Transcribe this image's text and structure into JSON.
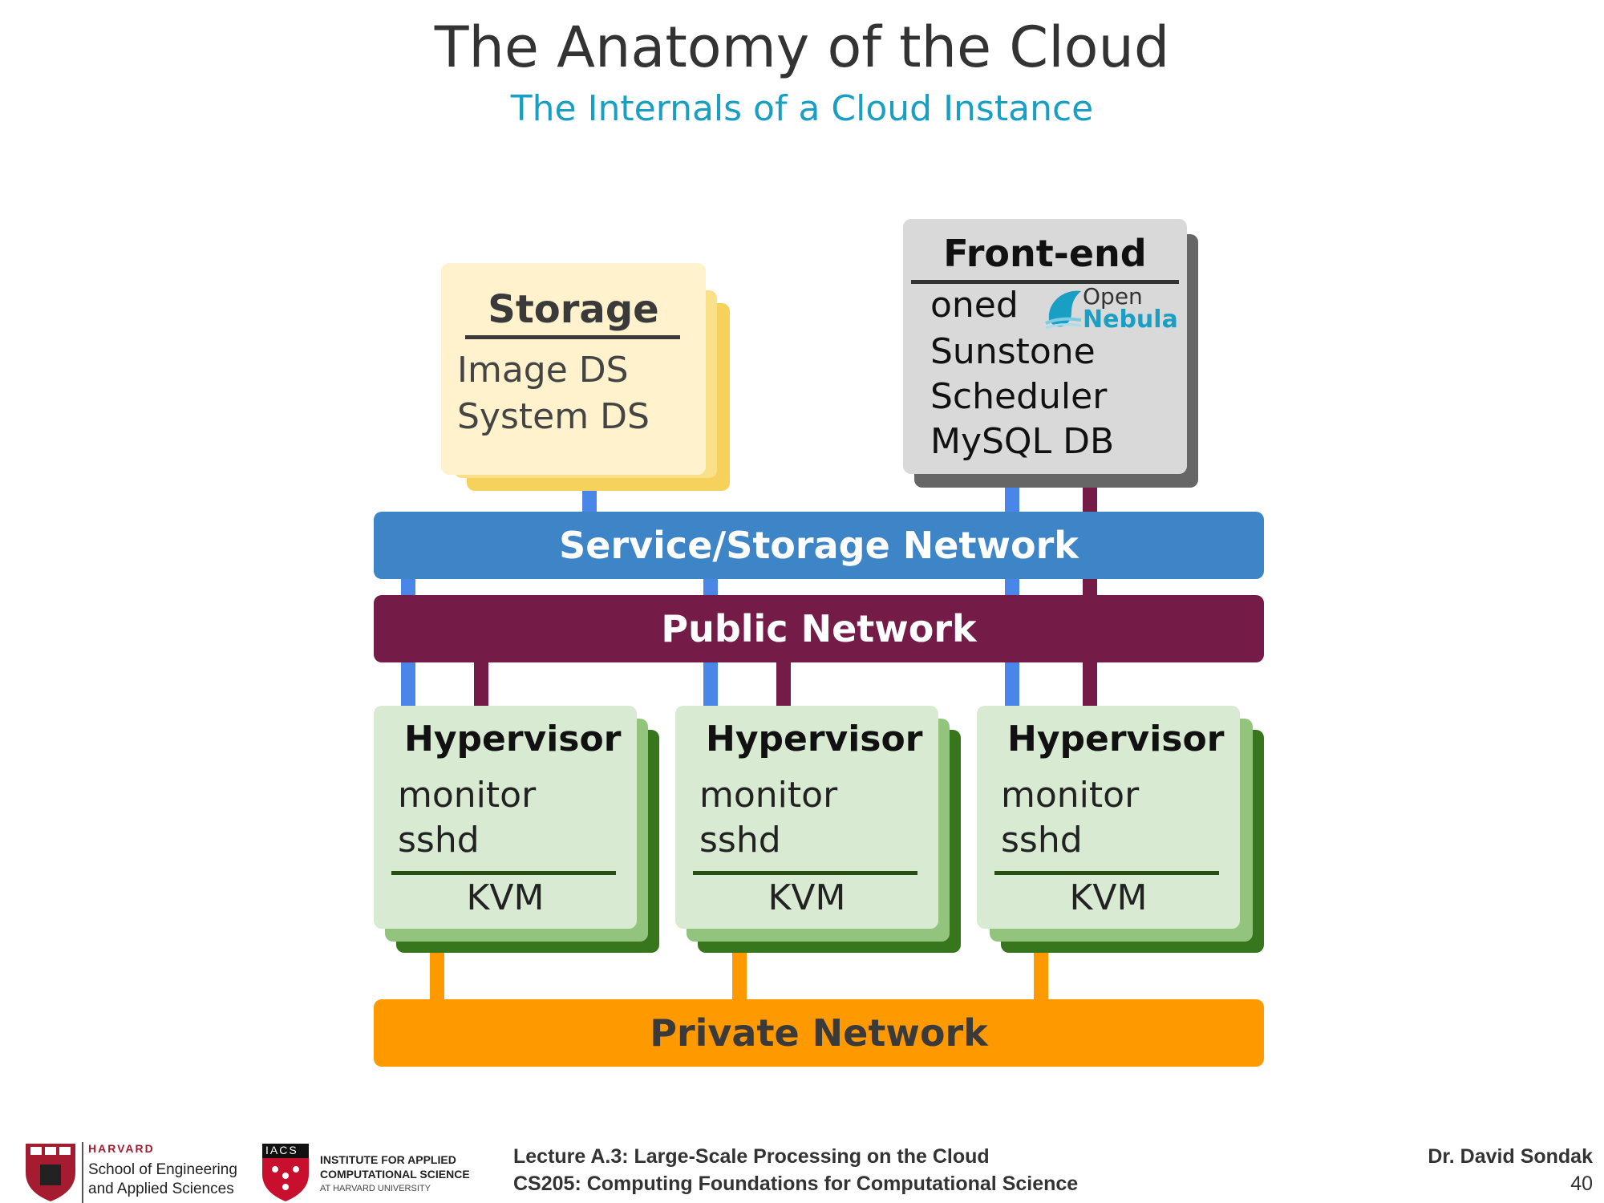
{
  "header": {
    "title": "The Anatomy of the Cloud",
    "subtitle": "The Internals of a Cloud Instance"
  },
  "storage": {
    "title": "Storage",
    "items": [
      "Image DS",
      "System DS"
    ]
  },
  "frontend": {
    "title": "Front-end",
    "items": [
      "oned",
      "Sunstone",
      "Scheduler",
      "MySQL DB"
    ],
    "logo_top": "Open",
    "logo_bottom": "Nebula"
  },
  "networks": {
    "service": "Service/Storage Network",
    "public": "Public Network",
    "private": "Private Network"
  },
  "hypervisors": [
    {
      "title": "Hypervisor",
      "items": [
        "monitor",
        "sshd"
      ],
      "base": "KVM"
    },
    {
      "title": "Hypervisor",
      "items": [
        "monitor",
        "sshd"
      ],
      "base": "KVM"
    },
    {
      "title": "Hypervisor",
      "items": [
        "monitor",
        "sshd"
      ],
      "base": "KVM"
    }
  ],
  "footer": {
    "harvard_top": "HARVARD",
    "harvard_line1": "School of Engineering",
    "harvard_line2": "and Applied Sciences",
    "iacs_badge": "IACS",
    "iacs_line1": "INSTITUTE FOR APPLIED",
    "iacs_line2": "COMPUTATIONAL SCIENCE",
    "iacs_line3": "AT HARVARD UNIVERSITY",
    "lecture": "Lecture A.3: Large-Scale Processing on the Cloud",
    "course": "CS205: Computing Foundations for Computational Science",
    "author": "Dr. David Sondak",
    "page": "40"
  },
  "colors": {
    "service_network": "#3d85c6",
    "public_network": "#741b47",
    "private_network": "#ff9900",
    "storage_fill": "#fff2cc",
    "storage_shadow": "#f6d25c",
    "frontend_fill": "#d9d9d9",
    "frontend_shadow": "#666666",
    "hypervisor_fill": "#d9ead3",
    "hypervisor_shadow_light": "#93c47d",
    "hypervisor_shadow_dark": "#38761d"
  }
}
